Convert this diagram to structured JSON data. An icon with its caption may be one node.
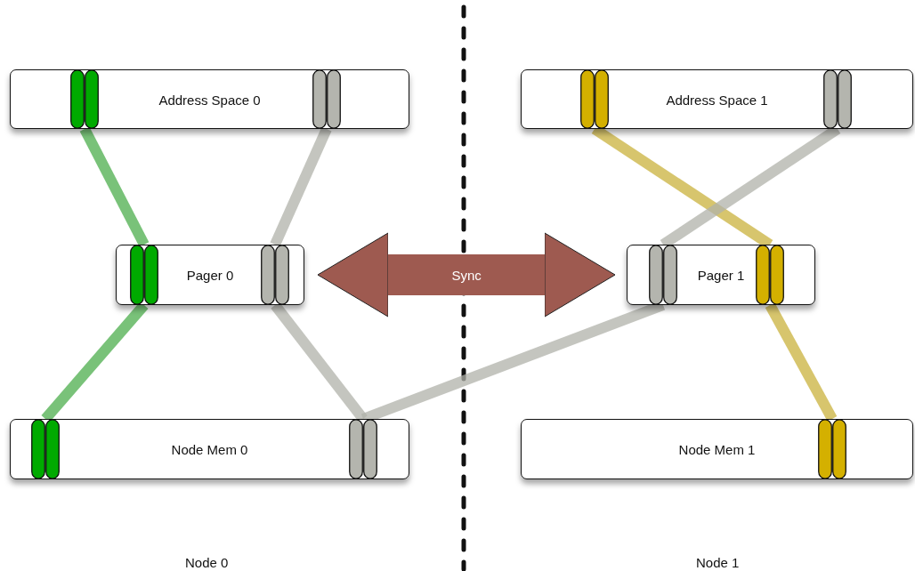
{
  "diagram": {
    "nodes": [
      {
        "text": [
          "Address Space 0"
        ]
      },
      {
        "text": [],
        "shape": "bar",
        "in": 0
      },
      {
        "text": [],
        "shape": "bar",
        "in": 0
      },
      {
        "text": [
          "Address Space 1"
        ]
      },
      {
        "text": [],
        "shape": "bar",
        "in": 3
      },
      {
        "text": [],
        "shape": "bar",
        "in": 3
      },
      {
        "text": [
          "Pager 0"
        ]
      },
      {
        "text": [],
        "shape": "bar",
        "in": 6
      },
      {
        "text": [],
        "shape": "bar",
        "in": 6
      },
      {
        "text": [
          "Pager 1"
        ]
      },
      {
        "text": [],
        "shape": "bar",
        "in": 9
      },
      {
        "text": [],
        "shape": "bar",
        "in": 9
      },
      {
        "text": [
          "Node Mem 0"
        ]
      },
      {
        "text": [],
        "shape": "bar",
        "in": 12
      },
      {
        "text": [],
        "shape": "bar",
        "in": 12
      },
      {
        "text": [
          "Node Mem 1"
        ]
      },
      {
        "text": [],
        "shape": "bar",
        "in": 15
      }
    ],
    "edges": [
      {
        "from": 1,
        "to": 7,
        "arrow": "none",
        "color": "#4cae4c"
      },
      {
        "from": 2,
        "to": 8,
        "arrow": "none"
      },
      {
        "from": 4,
        "to": 11,
        "arrow": "none",
        "color": "#c9b23c"
      },
      {
        "from": 5,
        "to": 10,
        "arrow": "none"
      },
      {
        "from": 6,
        "to": 9,
        "arrow": "both",
        "label": "Sync",
        "style": "thick",
        "color": "#9e5a50"
      },
      {
        "from": 7,
        "to": 13,
        "arrow": "none",
        "color": "#4cae4c"
      },
      {
        "from": 8,
        "to": 14,
        "arrow": "none"
      },
      {
        "from": 10,
        "to": 14,
        "arrow": "none"
      },
      {
        "from": 11,
        "to": 16,
        "arrow": "none",
        "color": "#c9b23c"
      }
    ],
    "labels": [
      "Node 0",
      "Node 1"
    ]
  }
}
